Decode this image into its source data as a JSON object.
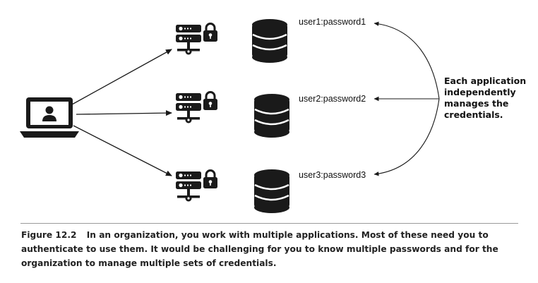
{
  "credentials": [
    "user1:password1",
    "user2:password2",
    "user3:password3"
  ],
  "note_lines": [
    "Each application",
    "independently",
    "manages the",
    "credentials."
  ],
  "caption": {
    "figure_label": "Figure 12.2",
    "text": "In an organization, you work with multiple applications. Most of these need you to authenticate to use them. It would be challenging for you to know multiple passwords and for the organization to manage multiple sets of credentials."
  },
  "icons": {
    "laptop": "laptop-user-icon",
    "server": "server-lock-icon",
    "database": "database-icon"
  },
  "colors": {
    "ink": "#1a1a1a",
    "caption_rule": "#9a9a9a"
  }
}
